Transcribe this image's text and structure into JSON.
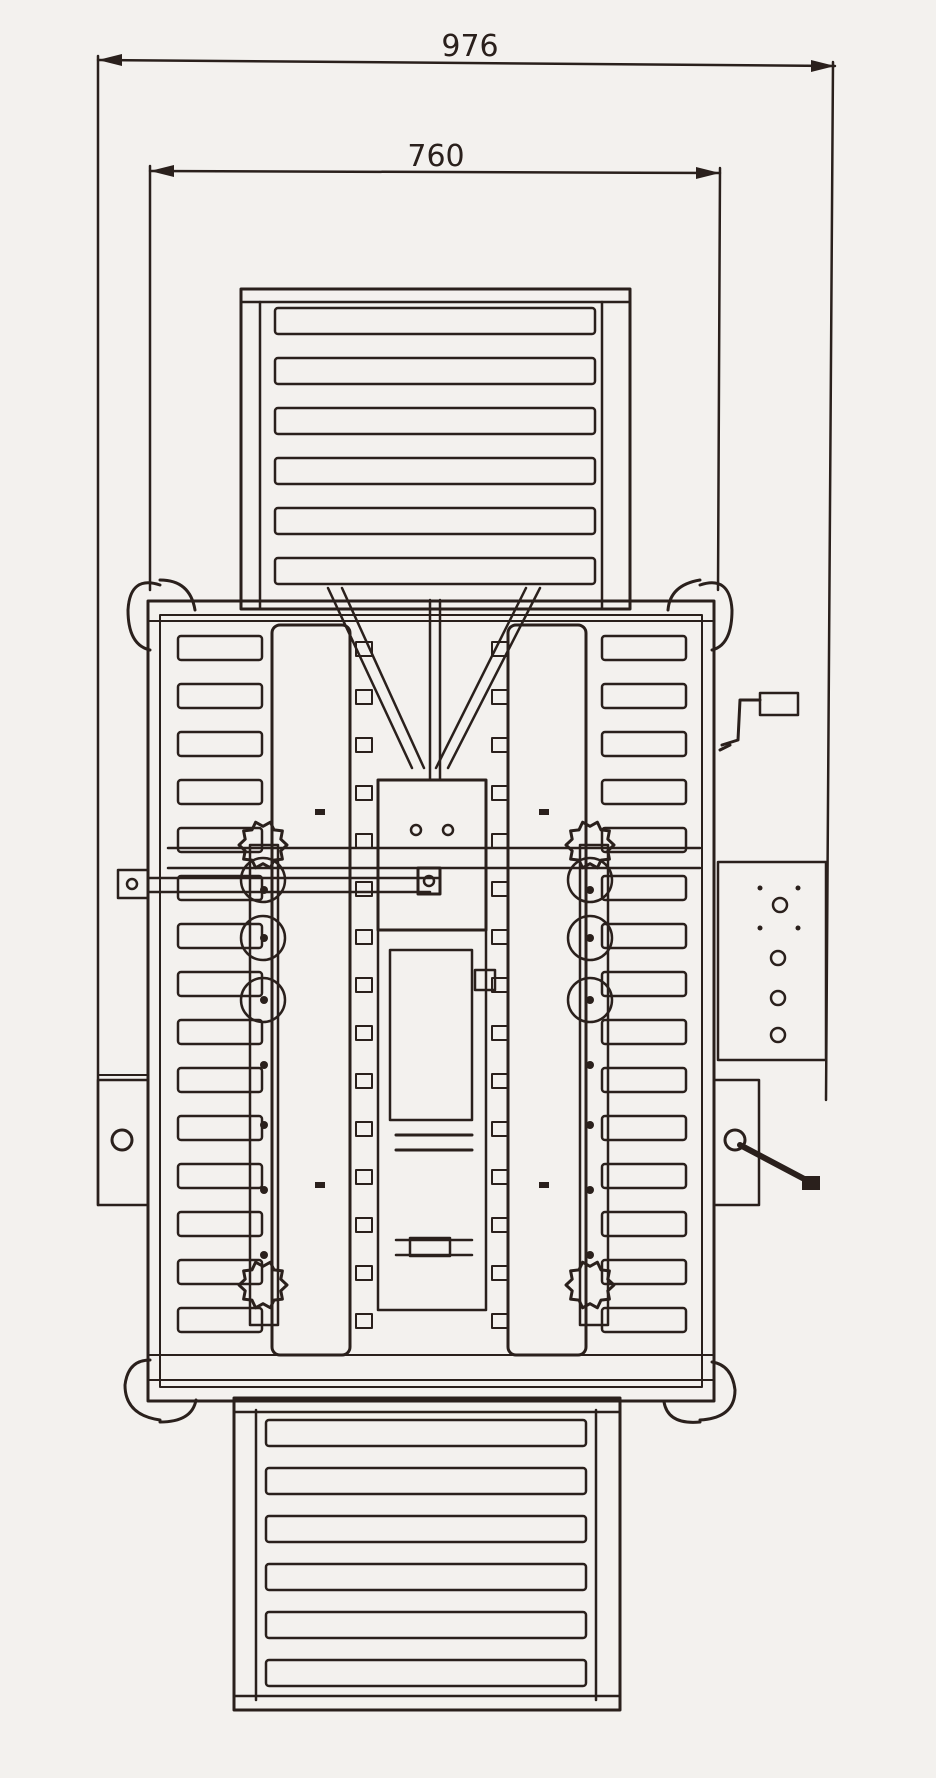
{
  "colors": {
    "ink": "#2a201c",
    "paper": "#f3f1ee"
  },
  "dimensions": {
    "overall_width": "976",
    "inner_width": "760"
  },
  "icons": {
    "dimension_arrow": "arrow-head",
    "handwheel": "crank-handle",
    "control_panel": "button-panel",
    "star_sprocket": "sprocket-wheel"
  }
}
